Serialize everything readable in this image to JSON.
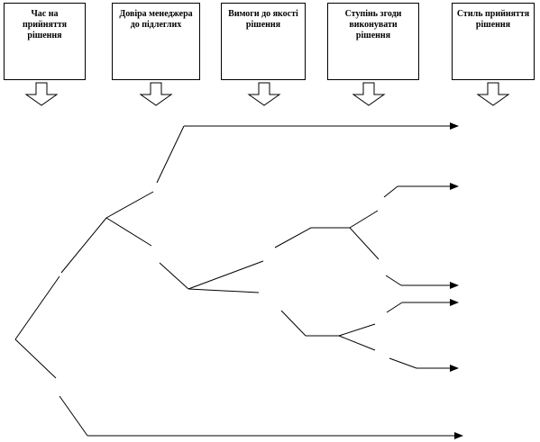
{
  "headers": [
    {
      "label": "Час на прийняття рішення"
    },
    {
      "label": "Довіра менеджера до підлеглих"
    },
    {
      "label": "Вимоги до якості рішення"
    },
    {
      "label": "Ступінь згоди виконувати рішення"
    },
    {
      "label": "Стиль прийняття рішення"
    }
  ],
  "colors": {
    "line": "#000000",
    "background": "#ffffff"
  }
}
